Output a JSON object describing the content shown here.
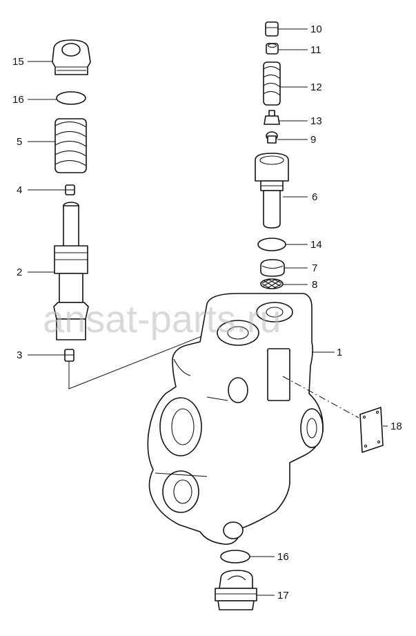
{
  "watermark": "ansat-parts.ru",
  "callouts": {
    "c1": "1",
    "c2": "2",
    "c3": "3",
    "c4": "4",
    "c5": "5",
    "c6": "6",
    "c7": "7",
    "c8": "8",
    "c9": "9",
    "c10": "10",
    "c11": "11",
    "c12": "12",
    "c13": "13",
    "c14": "14",
    "c15": "15",
    "c16_top": "16",
    "c16_bottom": "16",
    "c17": "17",
    "c18": "18"
  }
}
